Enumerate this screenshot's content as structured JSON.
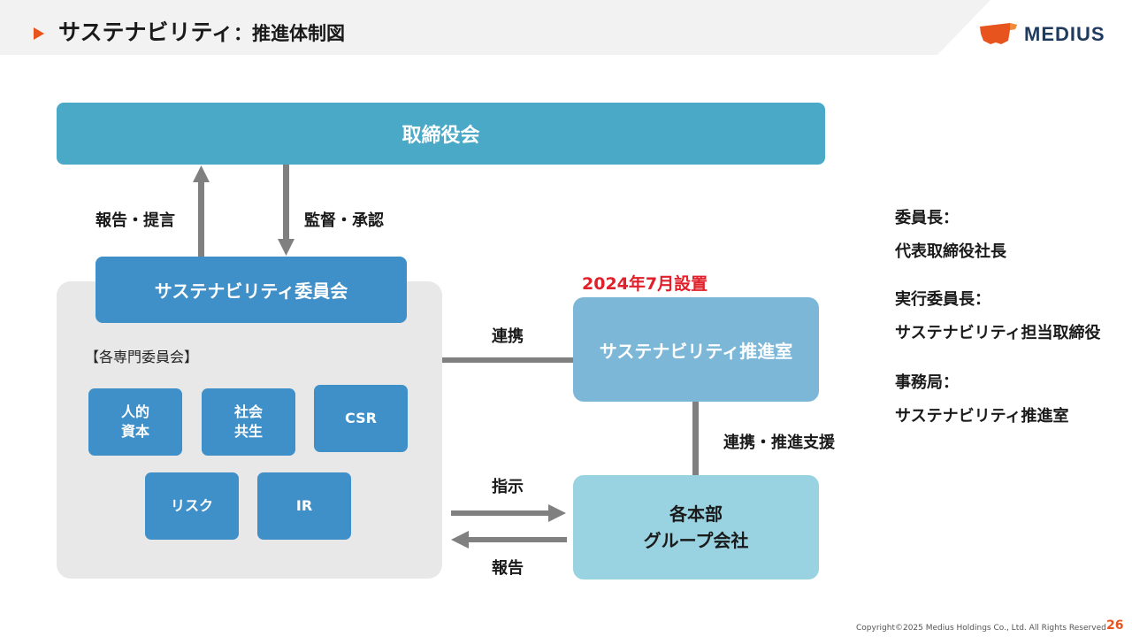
{
  "header": {
    "title_main": "サステナビリティ",
    "title_sub": "：推進体制図",
    "logo_text": "MEDIUS",
    "accent_color": "#e8541e"
  },
  "diagram": {
    "board": "取締役会",
    "arrow_up_label": "報告・提言",
    "arrow_down_label": "監督・承認",
    "committee": "サステナビリティ委員会",
    "sub_committees_label": "【各専門委員会】",
    "sub_committees": [
      {
        "line1": "人的",
        "line2": "資本"
      },
      {
        "line1": "社会",
        "line2": "共生"
      },
      {
        "line1": "CSR",
        "line2": ""
      },
      {
        "line1": "リスク",
        "line2": ""
      },
      {
        "line1": "IR",
        "line2": ""
      }
    ],
    "promotion_office": "サステナビリティ推進室",
    "established_note": "2024年7月設置",
    "link_label": "連携",
    "support_label": "連携・推進支援",
    "departments_line1": "各本部",
    "departments_line2": "グループ会社",
    "instruct_label": "指示",
    "report_label": "報告"
  },
  "info": {
    "chair_label": "委員長：",
    "chair_value": "代表取締役社長",
    "exec_chair_label": "実行委員長：",
    "exec_chair_value": "サステナビリティ担当取締役",
    "secretariat_label": "事務局：",
    "secretariat_value": "サステナビリティ推進室"
  },
  "footer": {
    "copyright": "Copyright©2025 Medius Holdings Co., Ltd. All Rights Reserved",
    "page_number": "26"
  }
}
